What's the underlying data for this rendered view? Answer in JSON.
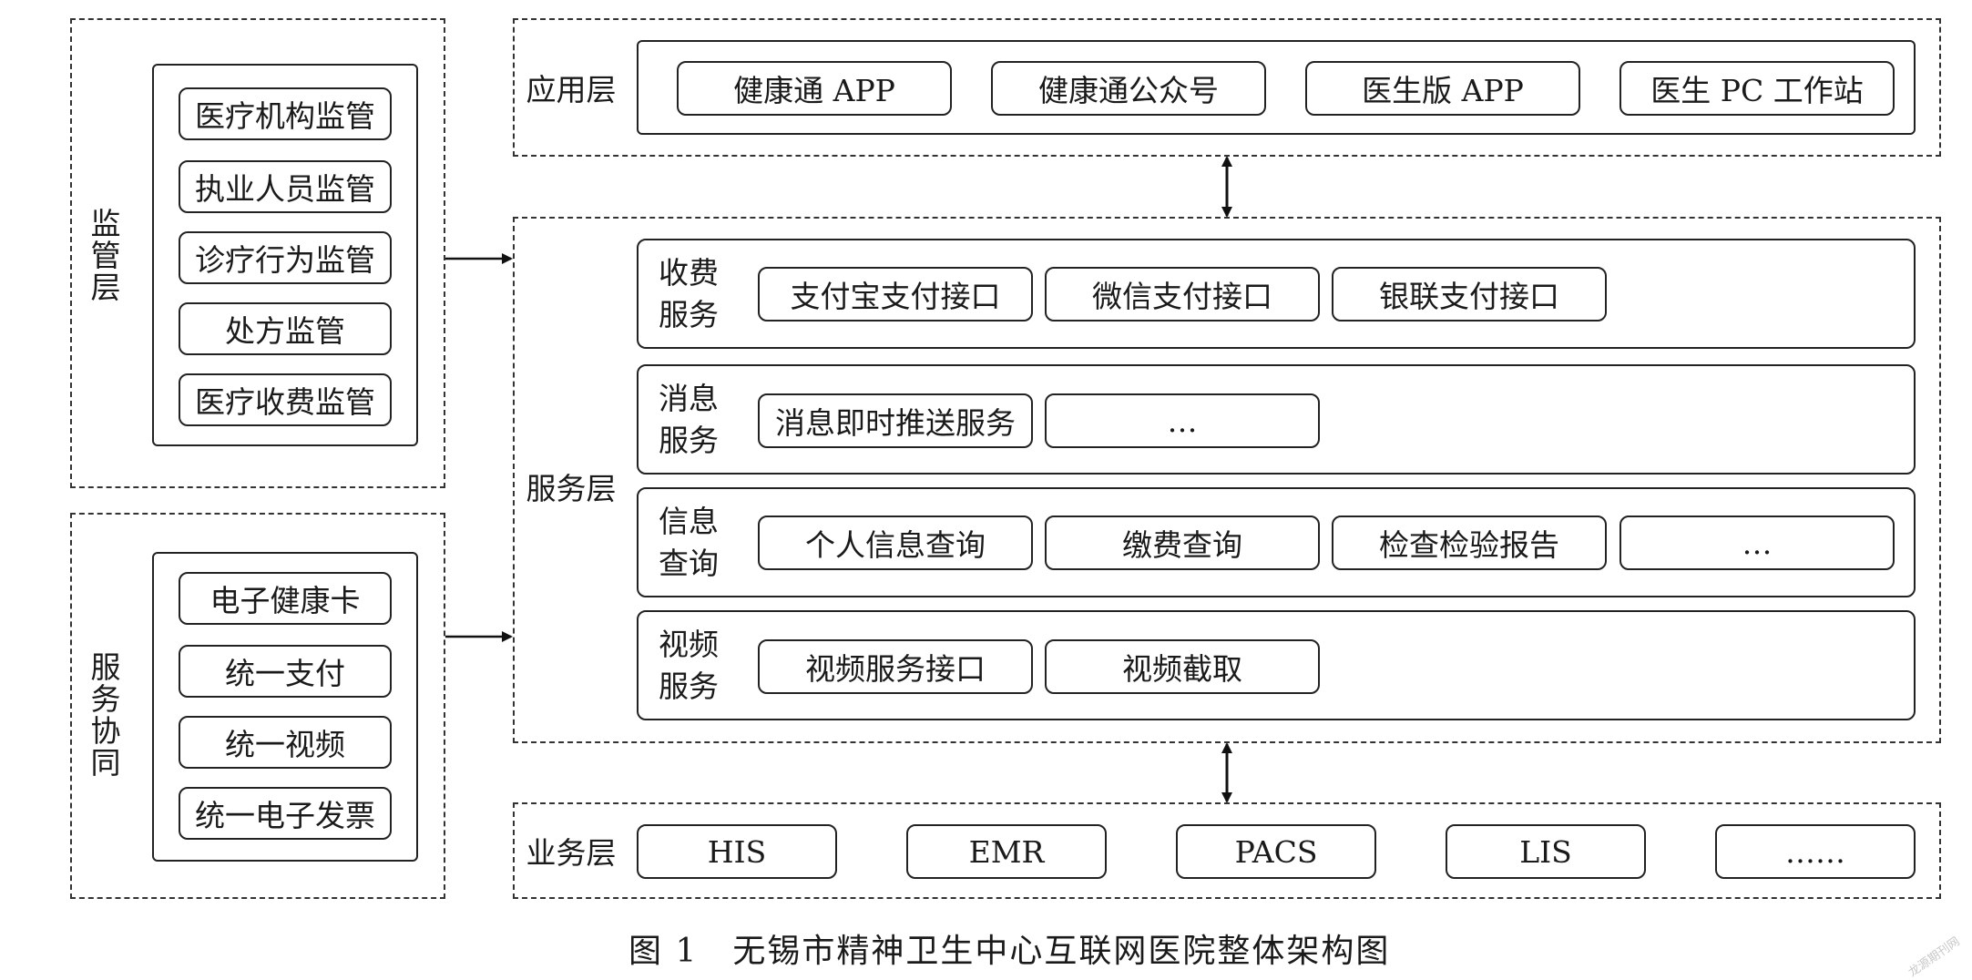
{
  "regulation": {
    "label": "监管层",
    "items": [
      "医疗机构监管",
      "执业人员监管",
      "诊疗行为监管",
      "处方监管",
      "医疗收费监管"
    ]
  },
  "collaboration": {
    "label": "服务协同",
    "items": [
      "电子健康卡",
      "统一支付",
      "统一视频",
      "统一电子发票"
    ]
  },
  "app_layer": {
    "label": "应用层",
    "items": [
      "健康通 APP",
      "健康通公众号",
      "医生版 APP",
      "医生 PC 工作站"
    ]
  },
  "service_layer": {
    "label": "服务层",
    "groups": [
      {
        "label_line1": "收费",
        "label_line2": "服务",
        "items": [
          "支付宝支付接口",
          "微信支付接口",
          "银联支付接口"
        ]
      },
      {
        "label_line1": "消息",
        "label_line2": "服务",
        "items": [
          "消息即时推送服务",
          "…"
        ]
      },
      {
        "label_line1": "信息",
        "label_line2": "查询",
        "items": [
          "个人信息查询",
          "缴费查询",
          "检查检验报告",
          "…"
        ]
      },
      {
        "label_line1": "视频",
        "label_line2": "服务",
        "items": [
          "视频服务接口",
          "视频截取"
        ]
      }
    ]
  },
  "business_layer": {
    "label": "业务层",
    "items": [
      "HIS",
      "EMR",
      "PACS",
      "LIS",
      "……"
    ]
  },
  "caption": "图 1　无锡市精神卫生中心互联网医院整体架构图",
  "watermark": "龙源期刊网"
}
